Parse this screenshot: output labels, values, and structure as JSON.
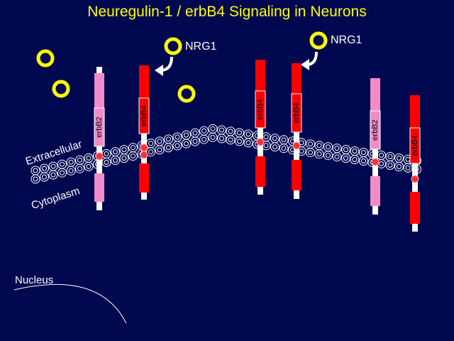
{
  "title": "Neuregulin-1 / erbB4 Signaling in Neurons",
  "labels": {
    "extracellular": "Extracellular",
    "cytoplasm": "Cytoplasm",
    "nucleus": "Nucleus",
    "nrg1_left": "NRG1",
    "nrg1_right": "NRG1"
  },
  "receptors": [
    "erbB2",
    "erbB4",
    "erbB4",
    "erbB4",
    "erbB2",
    "erbB4"
  ],
  "colors": {
    "background": "#000850",
    "title": "#ffff00",
    "ligand": "#ffff00",
    "erbB4": "#ff0000",
    "erbB2": "#f28cc8",
    "membrane": "#ffffff",
    "text": "#ffffff"
  }
}
